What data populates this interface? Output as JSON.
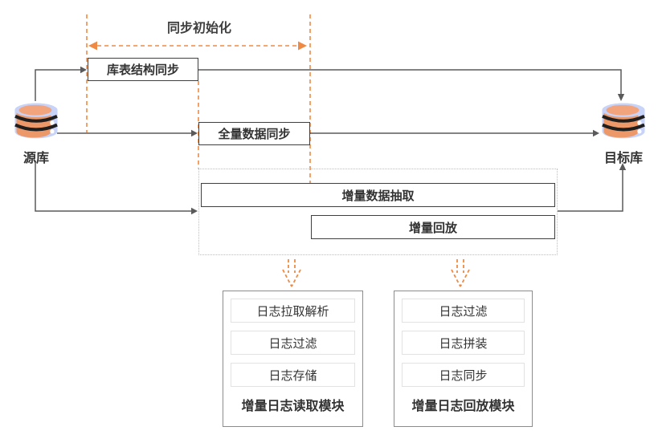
{
  "diagram": {
    "phase_label": "同步初始化",
    "source_db": {
      "label": "源库",
      "icon": "database-icon"
    },
    "target_db": {
      "label": "目标库",
      "icon": "database-icon"
    },
    "steps": {
      "schema_sync": "库表结构同步",
      "full_sync": "全量数据同步",
      "incremental_extract": "增量数据抽取",
      "incremental_replay": "增量回放"
    },
    "modules": [
      {
        "title": "增量日志读取模块",
        "steps": [
          "日志拉取解析",
          "日志过滤",
          "日志存储"
        ]
      },
      {
        "title": "增量日志回放模块",
        "steps": [
          "日志过滤",
          "日志拼装",
          "日志同步"
        ]
      }
    ],
    "colors": {
      "accent_orange": "#EF8A44",
      "line_gray": "#5A5A5A",
      "box_border": "#3F3F3F",
      "dotted_border": "#BDBDBD",
      "db_body": "#C7D3F8",
      "db_disk": "#F0925C",
      "text": "#333333"
    }
  }
}
